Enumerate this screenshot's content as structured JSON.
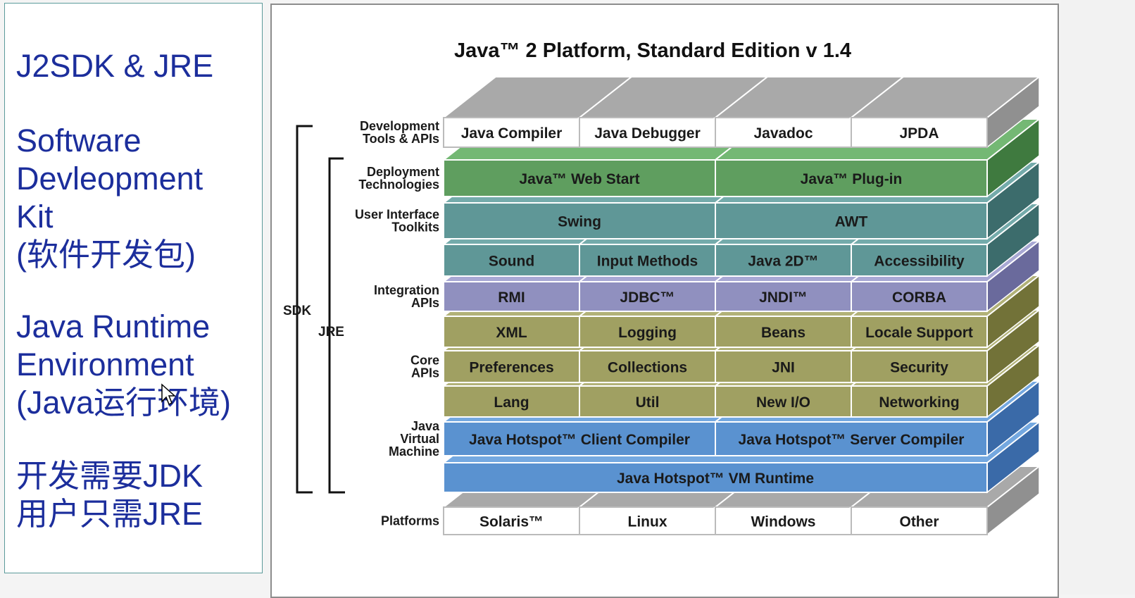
{
  "left_panel": {
    "title": "J2SDK & JRE",
    "sdk_lines": [
      "Software",
      "Devleopment",
      "Kit",
      "(软件开发包)"
    ],
    "jre_lines": [
      "Java Runtime",
      "Environment",
      "(Java运行环境)"
    ],
    "note_lines": [
      "开发需要JDK",
      "用户只需JRE"
    ]
  },
  "diagram": {
    "title": "Java™ 2 Platform, Standard Edition v 1.4",
    "brackets": {
      "sdk": "SDK",
      "jre": "JRE"
    },
    "layers": [
      {
        "label": [
          "Development",
          "Tools & APIs"
        ],
        "style": "white",
        "cells": [
          "Java Compiler",
          "Java Debugger",
          "Javadoc",
          "JPDA"
        ]
      },
      {
        "label": [
          "Deployment",
          "Technologies"
        ],
        "style": "green",
        "cells": [
          "Java™ Web Start",
          "Java™ Plug-in"
        ]
      },
      {
        "label": [
          "User Interface",
          "Toolkits"
        ],
        "style": "teal",
        "cells": [
          "Swing",
          "AWT"
        ]
      },
      {
        "label": [],
        "style": "teal",
        "cells": [
          "Sound",
          "Input Methods",
          "Java 2D™",
          "Accessibility"
        ]
      },
      {
        "label": [
          "Integration",
          "APIs"
        ],
        "style": "purple",
        "cells": [
          "RMI",
          "JDBC™",
          "JNDI™",
          "CORBA"
        ]
      },
      {
        "label": [],
        "style": "olive",
        "cells": [
          "XML",
          "Logging",
          "Beans",
          "Locale Support"
        ]
      },
      {
        "label": [
          "Core",
          "APIs"
        ],
        "style": "olive",
        "cells": [
          "Preferences",
          "Collections",
          "JNI",
          "Security"
        ]
      },
      {
        "label": [],
        "style": "olive",
        "cells": [
          "Lang",
          "Util",
          "New I/O",
          "Networking"
        ]
      },
      {
        "label": [
          "Java",
          "Virtual",
          "Machine"
        ],
        "style": "blue",
        "cells": [
          "Java Hotspot™ Client Compiler",
          "Java Hotspot™ Server Compiler"
        ]
      },
      {
        "label": [],
        "style": "blue",
        "cells": [
          "Java Hotspot™ VM Runtime"
        ]
      },
      {
        "label": [
          "Platforms"
        ],
        "style": "white",
        "cells": [
          "Solaris™",
          "Linux",
          "Windows",
          "Other"
        ]
      }
    ],
    "colors": {
      "green": {
        "front": "#5f9e5f",
        "top": "#74b874",
        "side": "#3f7a3f"
      },
      "teal": {
        "front": "#5f9797",
        "top": "#74abab",
        "side": "#3c6c6c"
      },
      "purple": {
        "front": "#9090bf",
        "top": "#a8a8d4",
        "side": "#6a6a9c"
      },
      "olive": {
        "front": "#a0a062",
        "top": "#b2b278",
        "side": "#727238"
      },
      "blue": {
        "front": "#5a92d0",
        "top": "#74a8e0",
        "side": "#3a6aa8"
      },
      "white": {
        "front": "#ffffff",
        "top": "#a9a9a9",
        "side": "#909090"
      },
      "text": "#1a1a1a",
      "title_text": "#111111",
      "left_text": "#1c2e9c"
    }
  }
}
